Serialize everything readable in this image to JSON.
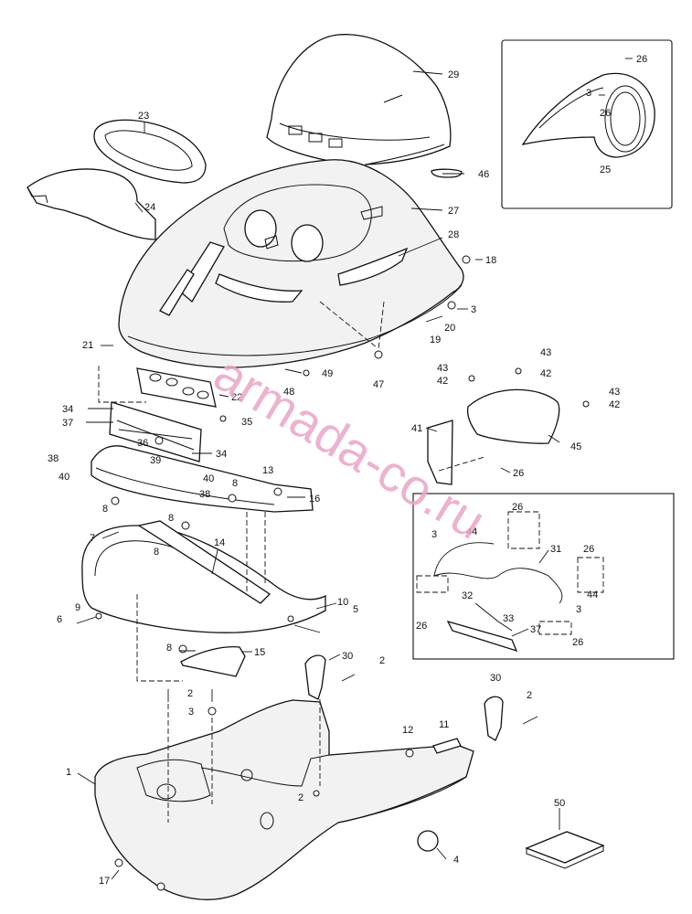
{
  "watermark": "armada-co.ru",
  "callouts": [
    "1",
    "2",
    "3",
    "4",
    "5",
    "6",
    "7",
    "8",
    "9",
    "10",
    "11",
    "12",
    "13",
    "14",
    "15",
    "16",
    "17",
    "18",
    "19",
    "20",
    "21",
    "22",
    "23",
    "24",
    "25",
    "26",
    "27",
    "28",
    "29",
    "30",
    "31",
    "32",
    "33",
    "34",
    "35",
    "36",
    "37",
    "38",
    "39",
    "40",
    "41",
    "42",
    "43",
    "44",
    "45",
    "46",
    "47",
    "48",
    "49",
    "50"
  ]
}
